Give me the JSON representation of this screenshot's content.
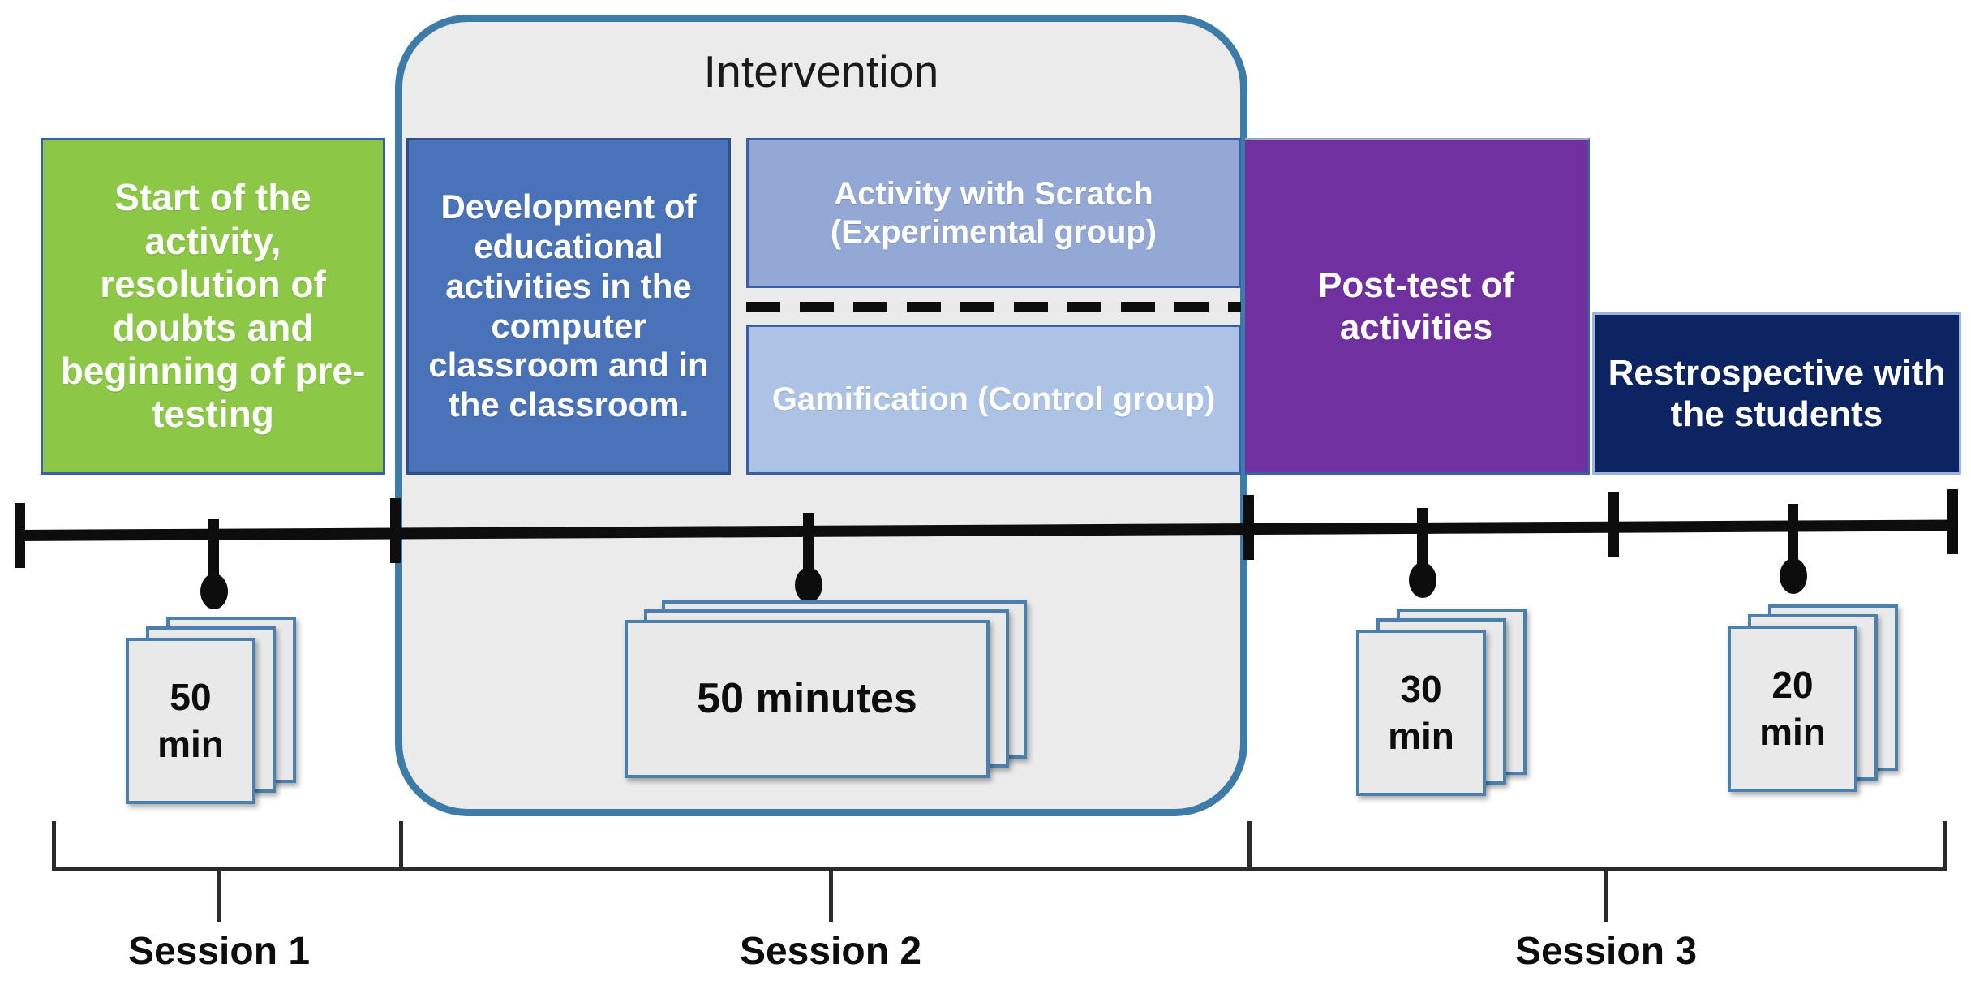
{
  "diagram": {
    "title_group": "Intervention",
    "phases": [
      {
        "id": "start",
        "label": "Start of the activity, resolution of doubts and beginning of pre-testing",
        "color": "#8cc746"
      },
      {
        "id": "development",
        "label": "Development of educational activities in the computer classroom and in the classroom.",
        "color": "#4a72b8"
      },
      {
        "id": "scratch",
        "label": "Activity with Scratch (Experimental group)",
        "color": "#93a8d4"
      },
      {
        "id": "gamification",
        "label": "Gamification (Control group)",
        "color": "#adc3e6"
      },
      {
        "id": "posttest",
        "label": "Post-test of activities",
        "color": "#7030a0"
      },
      {
        "id": "retrospective",
        "label": "Restrospective with the students",
        "color": "#0c2461"
      }
    ],
    "durations": [
      {
        "id": "d1",
        "line1": "50",
        "line2": "min",
        "single": false
      },
      {
        "id": "d2",
        "line1": "50 minutes",
        "line2": "",
        "single": true
      },
      {
        "id": "d3",
        "line1": "30",
        "line2": "min",
        "single": false
      },
      {
        "id": "d4",
        "line1": "20",
        "line2": "min",
        "single": false
      }
    ],
    "sessions": [
      {
        "id": "s1",
        "label": "Session 1"
      },
      {
        "id": "s2",
        "label": "Session 2"
      },
      {
        "id": "s3",
        "label": "Session 3"
      }
    ],
    "colors": {
      "container_border": "#3d7ba8",
      "container_fill": "#ebebeb",
      "axis": "#0d0d0d",
      "card_border": "#4a7fae",
      "card_fill": "#e9e9e9"
    }
  }
}
